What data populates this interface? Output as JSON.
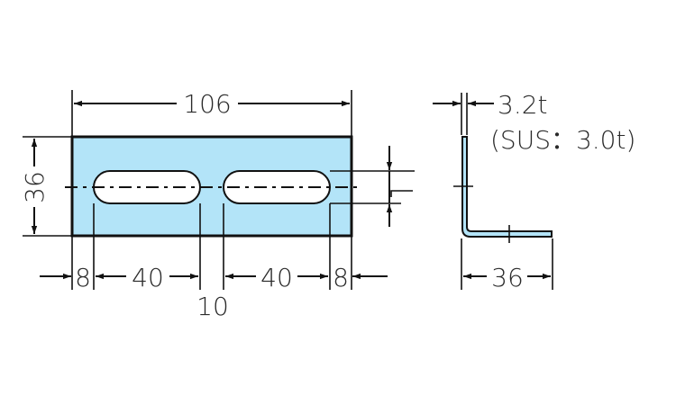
{
  "front_view": {
    "width_label": "106",
    "height_label": "36",
    "bottom_dims": [
      "8",
      "40",
      "40",
      "8"
    ],
    "gap_label": "10"
  },
  "side_view": {
    "thickness_label": "3.2t",
    "sus_label": "(SUS：3.0t)",
    "flange_label": "36"
  },
  "colors": {
    "plate_fill": "#b3e4f8",
    "line": "#111111"
  }
}
